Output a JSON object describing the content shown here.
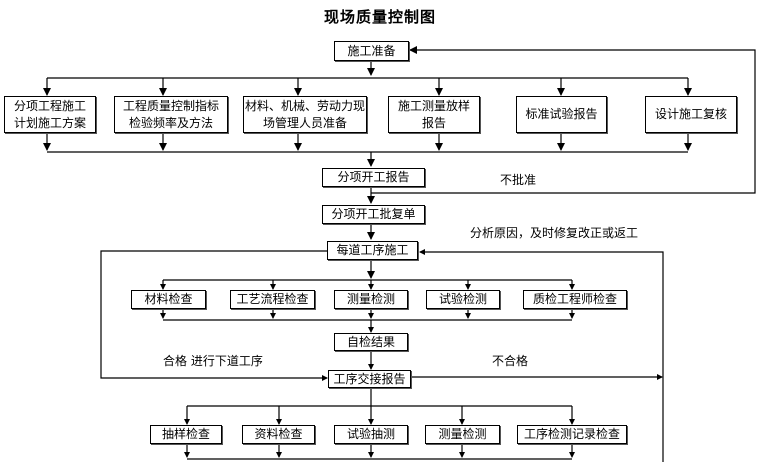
{
  "title": "现场质量控制图",
  "nodes": {
    "prep": "施工准备",
    "top_row": [
      "分项工程施工\n计划施工方案",
      "工程质量控制指标\n检验频率及方法",
      "材料、机械、劳动力现\n场管理人员准备",
      "施工测量放样\n报告",
      "标准试验报告",
      "设计施工复核"
    ],
    "start_report": "分项开工报告",
    "approval": "分项开工批复单",
    "each_process": "每道工序施工",
    "mid_row": [
      "材料检查",
      "工艺流程检查",
      "测量检测",
      "试验检测",
      "质检工程师检查"
    ],
    "self_check": "自检结果",
    "handover": "工序交接报告",
    "bottom_row": [
      "抽样检查",
      "资料检查",
      "试验抽测",
      "测量检测",
      "工序检测记录检查"
    ]
  },
  "labels": {
    "not_approved": "不批准",
    "fix": "分析原因，及时修复改正或返工",
    "pass": "合格  进行下道工序",
    "fail": "不合格"
  }
}
